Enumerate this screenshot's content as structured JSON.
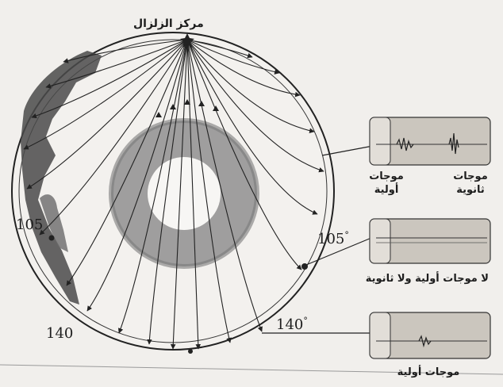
{
  "title": "مركز الزلزال",
  "angles": {
    "left_105": "105",
    "right_105": "105",
    "left_140": "140",
    "right_140": "140",
    "degree_symbol": "°"
  },
  "seismographs": [
    {
      "id": "top",
      "label_primary": "موجات أولية",
      "label_secondary": "موجات ثانوية"
    },
    {
      "id": "middle",
      "label": "لا موجات أولية ولا ثانوية"
    },
    {
      "id": "bottom",
      "label": "موجات أولية"
    }
  ],
  "colors": {
    "ink": "#222222",
    "core": "#8f8f8f",
    "mantle_fill": "#f3f1ee",
    "strip": "#c9c4bc",
    "background": "#f1efec"
  }
}
